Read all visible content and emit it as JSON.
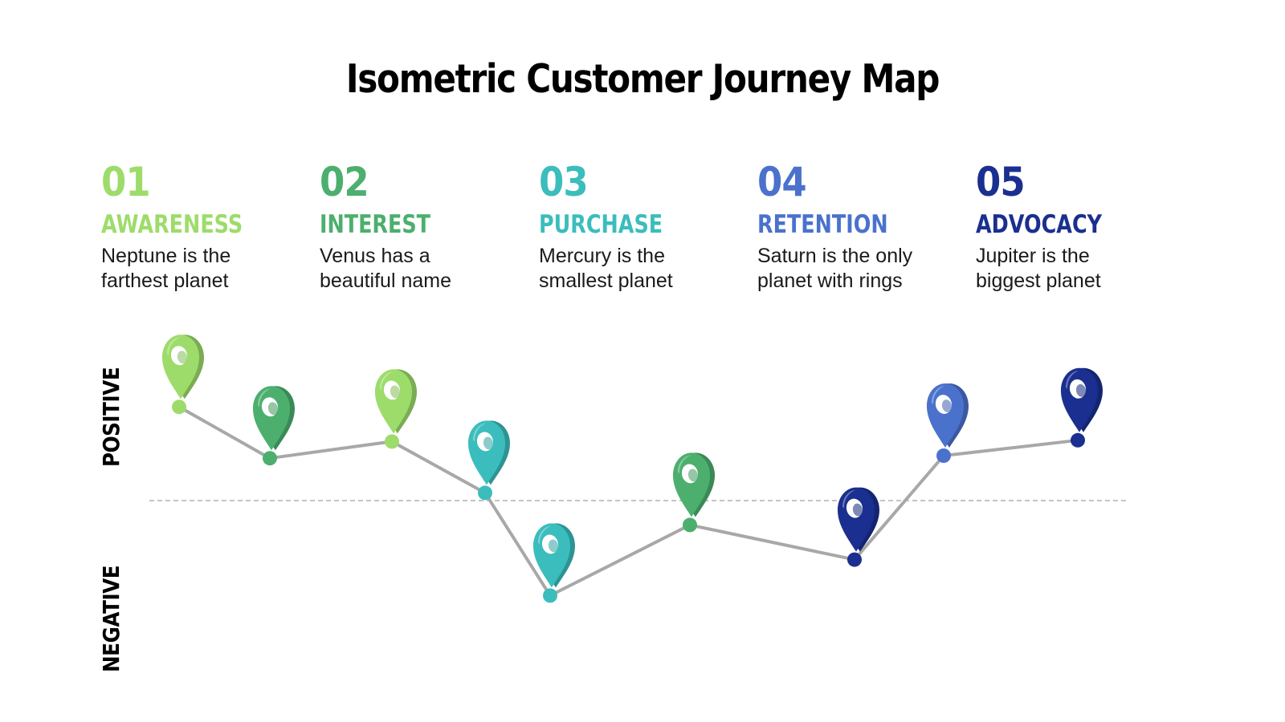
{
  "title": "Isometric Customer Journey Map",
  "stages": [
    {
      "number": "01",
      "name": "AWARENESS",
      "desc_line1": "Neptune is the",
      "desc_line2": "farthest planet",
      "color": "#9ddc6a"
    },
    {
      "number": "02",
      "name": "INTEREST",
      "desc_line1": "Venus has a",
      "desc_line2": "beautiful name",
      "color": "#4caf6e"
    },
    {
      "number": "03",
      "name": "PURCHASE",
      "desc_line1": "Mercury is the",
      "desc_line2": "smallest planet",
      "color": "#3bbdbd"
    },
    {
      "number": "04",
      "name": "RETENTION",
      "desc_line1": "Saturn is the only",
      "desc_line2": "planet with rings",
      "color": "#4a72cc"
    },
    {
      "number": "05",
      "name": "ADVOCACY",
      "desc_line1": "Jupiter is the",
      "desc_line2": "biggest planet",
      "color": "#1a2f8f"
    }
  ],
  "axis": {
    "positive": "POSITIVE",
    "negative": "NEGATIVE"
  },
  "chart_data": {
    "type": "line",
    "y_range": [
      -1,
      1
    ],
    "points": [
      {
        "index": 1,
        "y": 0.73,
        "color": "#9ddc6a",
        "pin_icon": "map-pin-icon"
      },
      {
        "index": 2,
        "y": 0.33,
        "color": "#4caf6e",
        "pin_icon": "map-pin-icon"
      },
      {
        "index": 3,
        "y": 0.46,
        "color": "#9ddc6a",
        "pin_icon": "map-pin-icon"
      },
      {
        "index": 4,
        "y": 0.06,
        "color": "#3bbdbd",
        "pin_icon": "map-pin-icon"
      },
      {
        "index": 5,
        "y": -0.74,
        "color": "#3bbdbd",
        "pin_icon": "map-pin-icon"
      },
      {
        "index": 6,
        "y": -0.19,
        "color": "#4caf6e",
        "pin_icon": "map-pin-icon"
      },
      {
        "index": 7,
        "y": -0.46,
        "color": "#1a2f8f",
        "pin_icon": "map-pin-icon"
      },
      {
        "index": 8,
        "y": 0.35,
        "color": "#4a72cc",
        "pin_icon": "map-pin-icon"
      },
      {
        "index": 9,
        "y": 0.47,
        "color": "#1a2f8f",
        "pin_icon": "map-pin-icon"
      }
    ],
    "baseline": 0,
    "line_color": "#a8a8a8",
    "baseline_color": "#b0b0b0"
  }
}
